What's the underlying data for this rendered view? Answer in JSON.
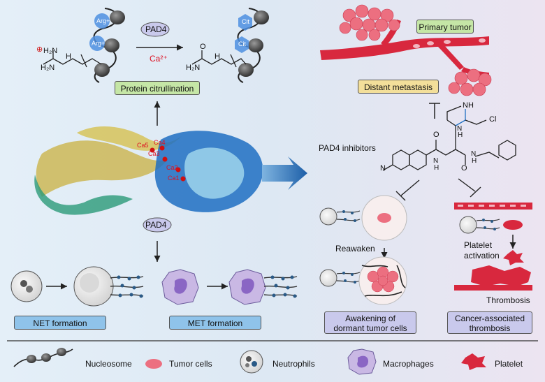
{
  "chemistry": {
    "enzyme": "PAD4",
    "cofactor": "Ca²⁺",
    "arg_label": "Arg+",
    "cit_label": "Cit",
    "reactant_n1": "H₂N",
    "reactant_n2": "H",
    "reactant_n3": "H₂N",
    "product_n1": "H₂N",
    "product_o": "O",
    "product_n2": "H"
  },
  "labels": {
    "protein_citrullination": "Protein citrullination",
    "primary_tumor": "Primary tumor",
    "distant_metastasis": "Distant metastasis",
    "pad4_inhibitors": "PAD4 inhibitors",
    "pad4_center": "PAD4",
    "ca1": "Ca1",
    "ca2": "Ca2",
    "ca3": "Ca3",
    "ca4": "Ca4",
    "ca5": "Ca5",
    "reawaken": "Reawaken",
    "platelet_activation": "Platelet\nactivation",
    "thrombosis": "Thrombosis",
    "net_formation": "NET formation",
    "met_formation": "MET formation",
    "awakening": "Awakening of\ndormant tumor cells",
    "cancer_thrombosis": "Cancer-associated\nthrombosis",
    "inhibitor_n": "N",
    "inhibitor_h": "H",
    "inhibitor_cl": "Cl",
    "inhibitor_nh": "NH",
    "inhibitor_o": "O"
  },
  "legend": {
    "nucleosome": "Nucleosome",
    "tumor_cells": "Tumor cells",
    "neutrophils": "Neutrophils",
    "macrophages": "Macrophages",
    "platelet": "Platelet"
  },
  "colors": {
    "green_box": "#c5e6a6",
    "yellow_box": "#f3df9a",
    "blue_box": "#8fc3ea",
    "lavender_box": "#c9c9ec",
    "tumor": "#ec6f80",
    "calcium_red": "#d01010",
    "protein_blue": "#1e6fc2",
    "protein_yellow": "#c9b040",
    "protein_green": "#2a9a78"
  }
}
